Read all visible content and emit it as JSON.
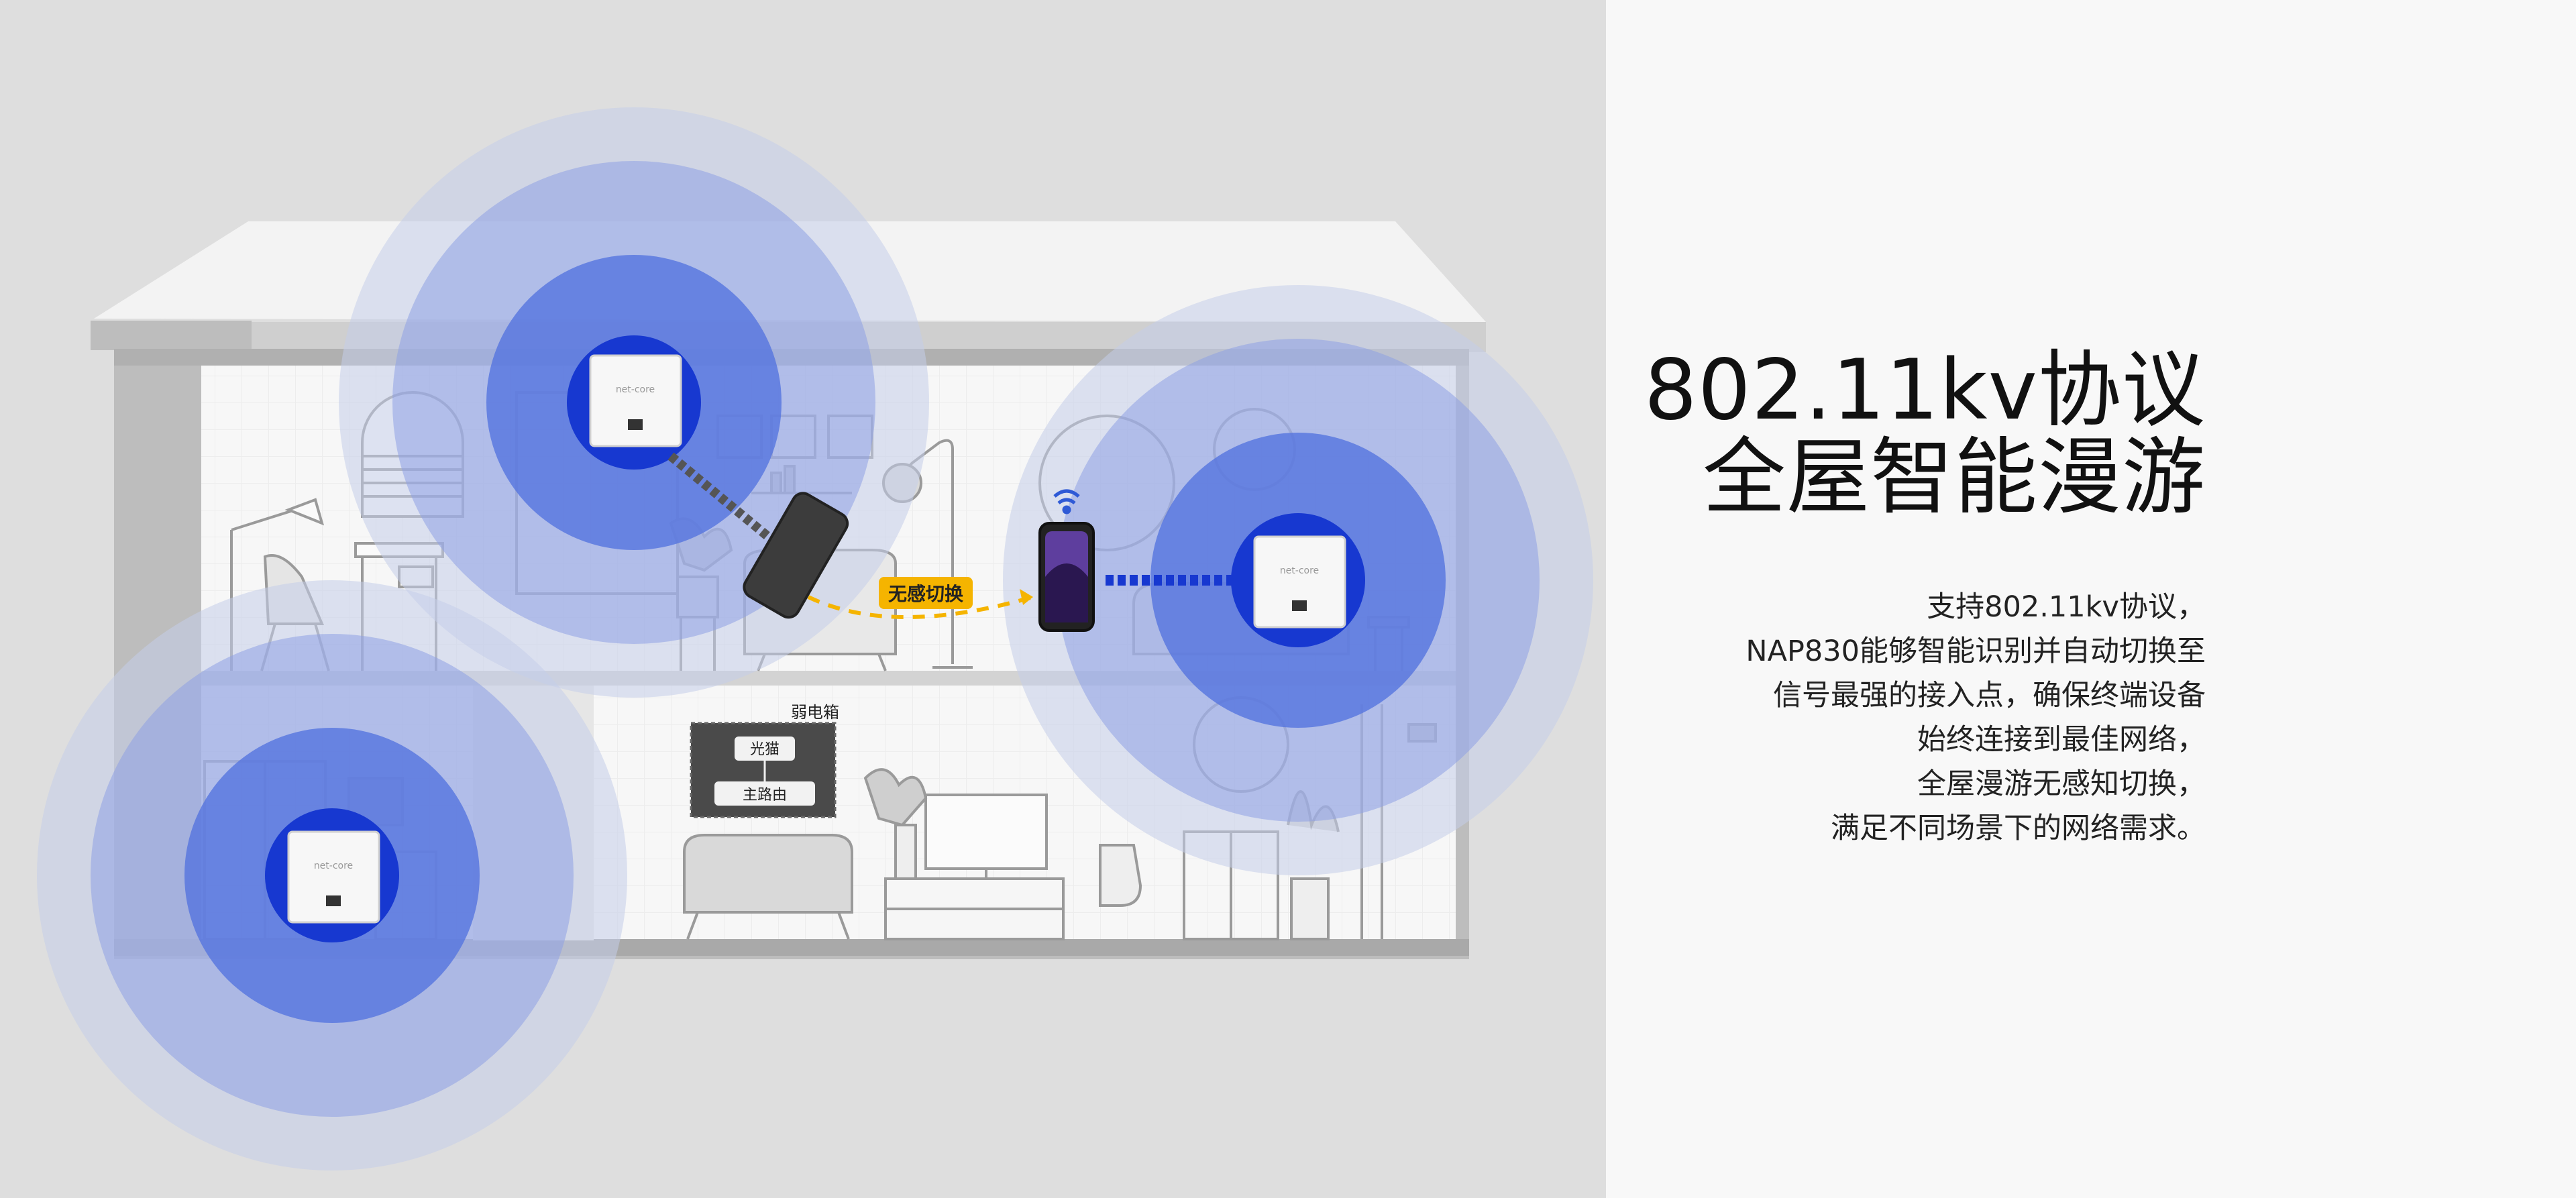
{
  "headline": {
    "line1": "802.11kv协议",
    "line2": "全屋智能漫游"
  },
  "description": [
    "支持802.11kv协议，",
    "NAP830能够智能识别并自动切换至",
    "信号最强的接入点，确保终端设备",
    "始终连接到最佳网络，",
    "全屋漫游无感知切换，",
    "满足不同场景下的网络需求。"
  ],
  "illustration": {
    "roaming_tag": "无感切换",
    "weak_box_title": "弱电箱",
    "modem_label": "光猫",
    "router_label": "主路由",
    "ap_brand": "net-core"
  },
  "colors": {
    "signal_inner": "#1a3fd6",
    "signal_mid": "#6d85e6",
    "signal_outer": "#a9b5e4",
    "tag_bg": "#f5b400",
    "page_bg": "#f8f8f8",
    "illustration_bg": "#dedede"
  }
}
